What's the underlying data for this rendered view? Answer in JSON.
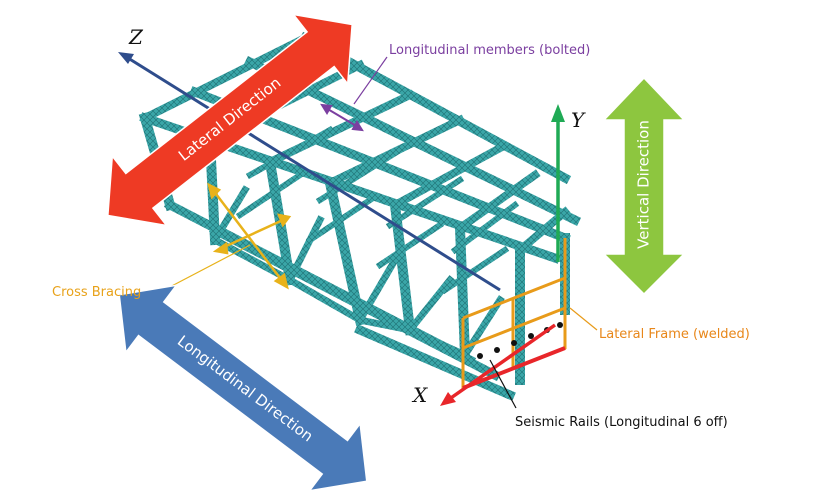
{
  "axes": {
    "x": "X",
    "y": "Y",
    "z": "Z"
  },
  "arrows": {
    "lateral": "Lateral Direction",
    "vertical": "Vertical Direction",
    "longitudinal": "Longitudinal Direction"
  },
  "callouts": {
    "longitudinal_members": "Longitudinal members (bolted)",
    "cross_bracing": "Cross Bracing",
    "lateral_frame": "Lateral Frame (welded)",
    "seismic_rails": "Seismic Rails (Longitudinal 6 off)"
  },
  "colors": {
    "structure": "#3aa6a8",
    "structure_dark": "#1e6f73",
    "lateral_arrow": "#ee3a24",
    "vertical_arrow": "#8dc63f",
    "longitudinal_arrow": "#4a7ab8",
    "axis_z": "#2f4d8c",
    "axis_y": "#1faa55",
    "axis_x": "#e8262a",
    "bracing": "#e8b21a",
    "lateral_frame": "#e89b1a",
    "members_label": "#7b3fa0",
    "bracing_label": "#e8a21a",
    "frame_label": "#e8871a"
  }
}
